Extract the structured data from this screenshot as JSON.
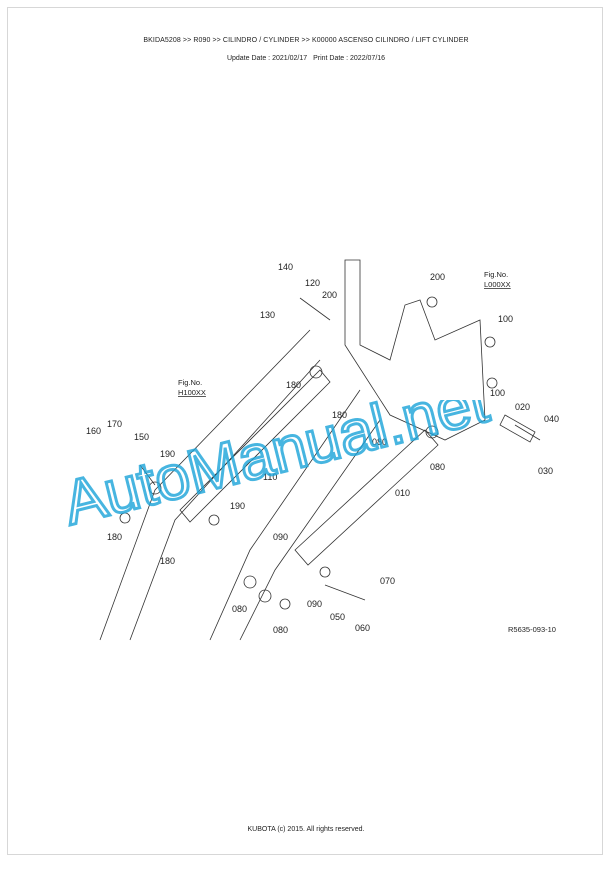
{
  "header": {
    "breadcrumb": "BKIDA5208 >> R090 >> CILINDRO / CYLINDER >> K00000   ASCENSO CILINDRO / LIFT CYLINDER",
    "update_date": "Update Date : 2021/02/17",
    "print_date": "Print Date : 2022/07/16"
  },
  "diagram": {
    "fig_refs": [
      {
        "label": "Fig.No.",
        "code": "L000XX"
      },
      {
        "label": "Fig.No.",
        "code": "H100XX"
      }
    ],
    "callouts": [
      "140",
      "120",
      "200",
      "130",
      "200",
      "100",
      "180",
      "180",
      "100",
      "020",
      "040",
      "170",
      "160",
      "150",
      "190",
      "080",
      "110",
      "080",
      "030",
      "010",
      "190",
      "090",
      "180",
      "180",
      "070",
      "090",
      "080",
      "050",
      "060",
      "080"
    ],
    "figure_code": "R5635-093-10"
  },
  "watermark": {
    "text": "AutoManual.net",
    "color": "#1aa3d9"
  },
  "footer": {
    "copyright": "KUBOTA (c) 2015. All rights reserved."
  }
}
